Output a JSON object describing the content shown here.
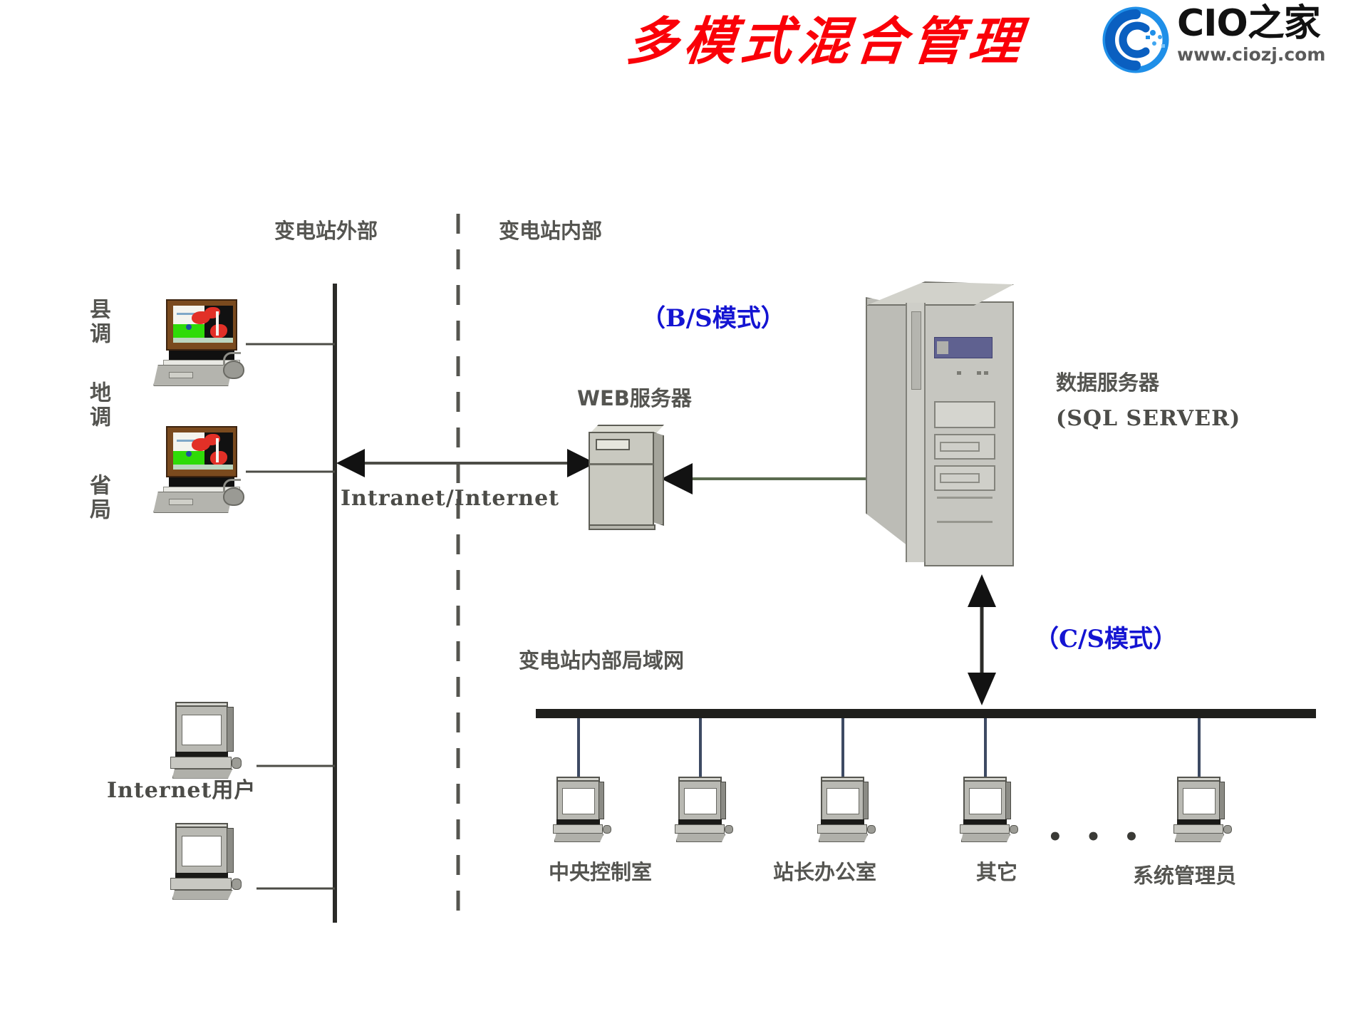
{
  "header": {
    "title": "多模式混合管理",
    "title_color": "#fa0008",
    "logo": {
      "mark_name": "cio-circle-c-mark",
      "mark_color": "#0c7fdc",
      "brand": "CIO之家",
      "url": "www.ciozj.com"
    }
  },
  "diagram": {
    "zone_labels": {
      "outside": "变电站外部",
      "inside": "变电站内部"
    },
    "left_users": [
      {
        "id": "county-dispatch",
        "label": "县调"
      },
      {
        "id": "regional-dispatch",
        "label": "地调"
      },
      {
        "id": "provincial-bureau",
        "label": "省局"
      }
    ],
    "network_label": "Intranet/Internet",
    "internet_users_label": "Internet用户",
    "web_server_label": "WEB服务器",
    "bs_mode_label": "（B/S模式）",
    "cs_mode_label": "（C/S模式）",
    "mode_label_color": "#1414d2",
    "data_server": {
      "label": "数据服务器",
      "sublabel": "(SQL SERVER)"
    },
    "lan_label": "变电站内部局域网",
    "lan_nodes": [
      {
        "id": "central-control-room",
        "label": "中央控制室"
      },
      {
        "id": "station-master-office",
        "label": "站长办公室"
      },
      {
        "id": "other",
        "label": "其它"
      },
      {
        "id": "ellipsis-node",
        "label": ""
      },
      {
        "id": "system-administrator",
        "label": "系统管理员"
      }
    ],
    "ellipsis": "• • •"
  }
}
